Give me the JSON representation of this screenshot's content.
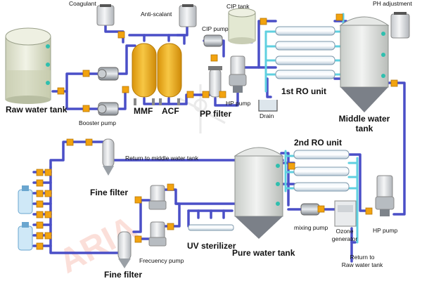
{
  "labels": {
    "coagulant": "Coagulant",
    "anti_scalant": "Anti-scalant",
    "cip_tank": "CIP tank",
    "ph_adjustment": "PH adjustment",
    "cip_pump": "CIP pump",
    "raw_water_tank": "Raw water tank",
    "mmf": "MMF",
    "acf": "ACF",
    "pp_filter": "PP filter",
    "hp_pump_1": "HP pump",
    "first_ro_unit": "1st RO unit",
    "drain": "Drain",
    "middle_water_tank_line1": "Middle water",
    "middle_water_tank_line2": "tank",
    "booster_pump": "Booster pump",
    "second_ro_unit": "2nd RO unit",
    "return_to_middle": "Return to middle water tank",
    "fine_filter_1": "Fine filter",
    "fine_filter_2": "Fine filter",
    "uv_sterilizer": "UV sterilizer",
    "pure_water_tank": "Pure water tank",
    "frequency_pump": "Frecuency pump",
    "mixing_pump": "mixing pump",
    "ozone_line1": "Ozone",
    "ozone_line2": "generator",
    "hp_pump_2": "HP pump",
    "return_raw_line1": "Return to",
    "return_raw_line2": "Raw water tank"
  },
  "colors": {
    "pipe_main": "#4a4fc7",
    "pipe_product": "#5fd0e0",
    "valve": "#f2a30f",
    "media_filter": "#f0b51c",
    "tank_body": "#dfe2df",
    "raw_tank_body": "#e4e7d3",
    "cip_tank_body": "#e3e8d2",
    "membrane": "#d8e6ef",
    "gauge": "#2fbfae"
  },
  "icons": [
    "valve-icon",
    "pump-icon",
    "gauge-icon",
    "water-bottle-icon",
    "tap-icon"
  ]
}
